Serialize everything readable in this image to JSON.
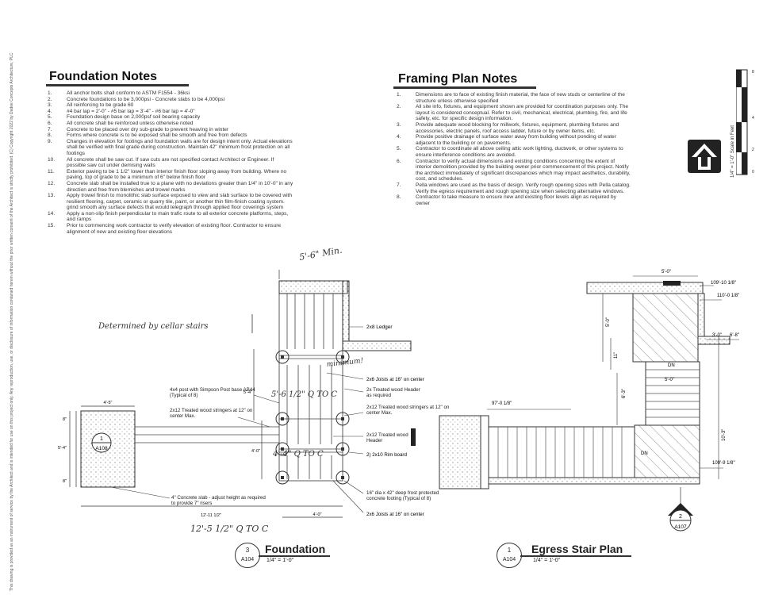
{
  "sidebar_legal": "This drawing is provided as an instrument of service by the Architect and is intended for use on this project only. Any reproduction, use, or disclosure of information contained herein without the prior written consent of the Architect is strictly prohibited. (C) Copyright 2022 by Dadee Concepts Architecture, PLC",
  "foundation_notes": {
    "heading": "Foundation Notes",
    "items": [
      {
        "num": "1.",
        "text": "All anchor bolts shall conform to ASTM F1554 - 36ksi"
      },
      {
        "num": "2.",
        "text": "Concrete foundations to be 3,000psi - Concrete slabs to be 4,000psi"
      },
      {
        "num": "3.",
        "text": "All reinforcing to be grade 60"
      },
      {
        "num": "4.",
        "text": "#4 bar lap = 2'-0\" - #5 bar lap = 3'-4\" - #6 bar lap = 4'-0\""
      },
      {
        "num": "5.",
        "text": "Foundation design base on 2,000psf soil bearing capacity"
      },
      {
        "num": "6.",
        "text": "All concrete shall be reinforced unless otherwise noted"
      },
      {
        "num": "7.",
        "text": "Concrete to be placed over dry sub-grade to prevent heaving in winter"
      },
      {
        "num": "8.",
        "text": "Forms where concrete is to be exposed shall be smooth and free from defects"
      },
      {
        "num": "9.",
        "text": "Changes in elevation for footings and foundation walls are for design intent only. Actual elevations shall be verified with final grade during construction. Maintain 42\" minimum frost protection on all footings"
      },
      {
        "num": "10.",
        "text": "All concrete shall be saw cut. If saw cuts are not specified contact Architect or Engineer. If possible saw cut under demising walls"
      },
      {
        "num": "11.",
        "text": "Exterior paving to be 1 1/2\" lower than interior finish floor sloping away from building. Where no paving, top of grade to be a minimum of 6\" below finish floor"
      },
      {
        "num": "12.",
        "text": "Concrete slab shall be installed true to a plane with no deviations greater than 1/4\" in 10'-0\" in any direction and free from blemishes and trowel marks"
      },
      {
        "num": "13.",
        "text": "Apply trowel finish to monolithic slab surface exposed to view and slab surface to be covered with resilient flooring, carpet, ceramic or quarry tile, paint, or another thin film-finish coating system. grind smooth any surface defects that would telegraph through applied floor coverings system"
      },
      {
        "num": "14.",
        "text": "Apply a non-slip finish perpendicular to main trafic route to all exterior concrete platforms, steps, and ramps"
      },
      {
        "num": "15.",
        "text": "Prior to commencing work contractor to verify elevation of existing floor. Contractor to ensure alignment of new and existing floor elevations"
      }
    ]
  },
  "framing_notes": {
    "heading": "Framing Plan Notes",
    "items": [
      {
        "num": "1.",
        "text": "Dimensions are to face of existing finish material, the face of new studs or centerline of the structure unless otherwise specified"
      },
      {
        "num": "2.",
        "text": "All site info, fixtures, and equipment shown are provided for coordination purposes only. The layout is considered conceptual. Refer to civil, mechanical, electrical, plumbing, fire, and life safety, etc. for specific design information."
      },
      {
        "num": "3.",
        "text": "Provide adequate wood blocking for millwork, fixtures, equipment, plumbing fixtures and accessories, electric panels, roof access ladder, future or by owner items, etc."
      },
      {
        "num": "4.",
        "text": "Provide positive drainage of surface water away from building without ponding of water adjacent to the building or on pavements."
      },
      {
        "num": "5.",
        "text": "Contractor to coordinate all above ceiling attic work lighting, ductwork, or other systems to ensure interference conditions are avoided."
      },
      {
        "num": "6.",
        "text": "Contractor to verify actual dimensions and existing conditions concerning the extent of interior demolition provided by the building owner prior commencement of this project. Notify the architect immediately of significant discrepancies which may impact aesthetics, durability, cost, and schedules."
      },
      {
        "num": "7.",
        "text": "Pella windows are used as the basis of design. Verify rough opening sizes with Pella catalog. Verify the egress requirement and rough opening size when selecting alternative windows."
      },
      {
        "num": "8.",
        "text": "Contractor to take measure to ensure new and existing floor levels align as required by owner"
      }
    ]
  },
  "scale_bar": {
    "label": "1/4\" = 1'-0\" Scale in Feet",
    "ticks": [
      "0",
      "2",
      "4",
      "8"
    ]
  },
  "foundation_plan": {
    "labels": {
      "ledger": "2x8 Ledger",
      "joists_top": "2x6 Joists at 16\" on center",
      "header": "2x Treated wood Header as required",
      "stringers_right": "2x12 Treated wood stringers at 12\" on center Max.",
      "treated_header": "2x12 Treated wood Header",
      "rim_board": "2) 2x10 Rim board",
      "post": "4x4 post with Simpson Post base AB44 (Typical of 8)",
      "stringers_left": "2x12 Treated wood stringers at 12\" on center Max.",
      "footing": "16\" dia x 42\" deep frost protected concrete footing (Typical of 8)",
      "joists_bottom": "2x6 Joists at 16\" on center",
      "slab": "4\" Concrete slab - adjust height as required to provide 7\" risers"
    },
    "dims": {
      "slab_width": "4'-5\"",
      "slab_h1": "5'-4\"",
      "slab_h2": "8\"",
      "slab_h3": "8\"",
      "total": "12'-11 1/2\"",
      "right": "4'-0\"",
      "upper_side": "5'-4\"",
      "lower_side": "4'-0\""
    },
    "detail_tag": {
      "num": "1",
      "ref": "A108"
    },
    "handwritten": {
      "cellar": "Determined by cellar stairs",
      "min": "5'-6\" Min.",
      "minimum": "minimum!",
      "qtoc1": "5'-6 1/2\" Q TO C",
      "qtoc2": "4'-4\" Q TO C",
      "qtoc3": "12'-5 1/2\" Q TO C"
    }
  },
  "egress_plan": {
    "dims": {
      "top": "5'-0\"",
      "d1": "109'-10 1/8\"",
      "d2": "110'-0 1/8\"",
      "d3": "3'-0\"",
      "d4": "6'-8\"",
      "left": "97'-0 1/8\"",
      "v1": "5'-0\"",
      "v2": "11\"",
      "v3": "6'-3\"",
      "v4": "10'-3\"",
      "landing": "5'-0\"",
      "bottom": "109'-9 1/8\""
    },
    "dn1": "DN",
    "dn2": "DN",
    "section_tag": {
      "num": "2",
      "ref": "A107"
    }
  },
  "title_blocks": [
    {
      "num": "3",
      "ref": "A104",
      "title": "Foundation",
      "scale": "1/4\" = 1'-0\""
    },
    {
      "num": "1",
      "ref": "A104",
      "title": "Egress Stair Plan",
      "scale": "1/4\" = 1'-0\""
    }
  ]
}
